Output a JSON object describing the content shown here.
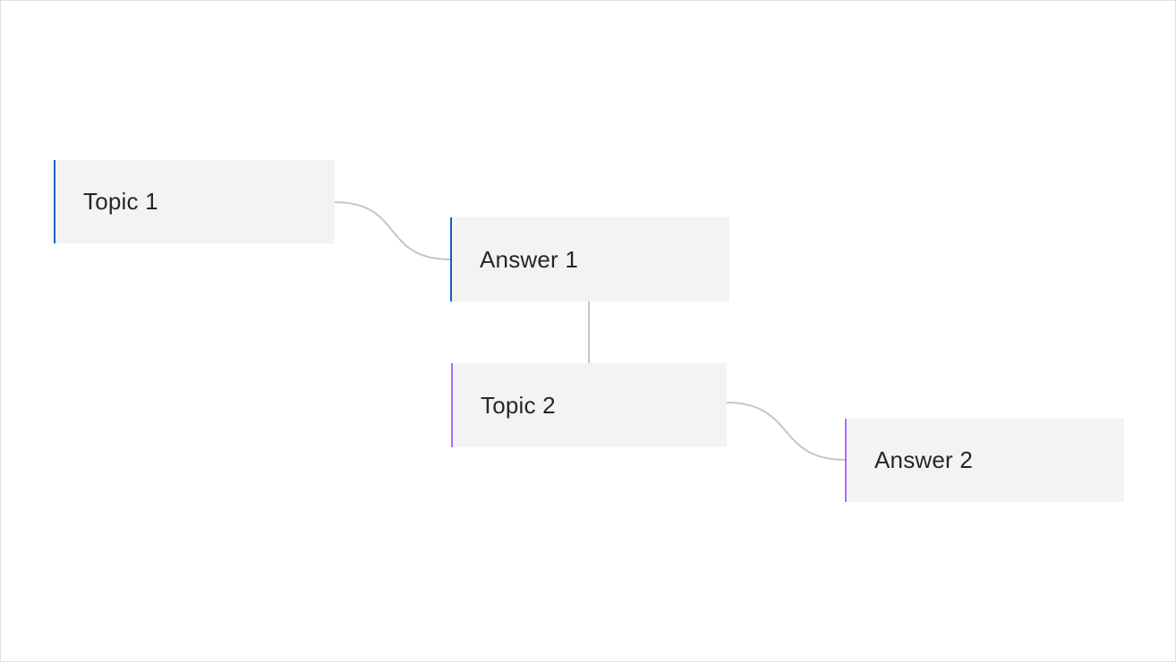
{
  "diagram": {
    "nodes": [
      {
        "id": "topic-1",
        "label": "Topic 1",
        "kind": "topic",
        "accent": "#1062c7"
      },
      {
        "id": "answer-1",
        "label": "Answer 1",
        "kind": "answer",
        "accent": "#1062c7"
      },
      {
        "id": "topic-2",
        "label": "Topic 2",
        "kind": "topic",
        "accent": "#a56eff"
      },
      {
        "id": "answer-2",
        "label": "Answer 2",
        "kind": "answer",
        "accent": "#a56eff"
      }
    ],
    "edges": [
      {
        "from": "topic-1",
        "to": "answer-1"
      },
      {
        "from": "answer-1",
        "to": "topic-2"
      },
      {
        "from": "topic-2",
        "to": "answer-2"
      }
    ],
    "colors": {
      "node_fill": "#f3f3f3",
      "connector": "#c6c6c6",
      "text": "#262626"
    }
  }
}
